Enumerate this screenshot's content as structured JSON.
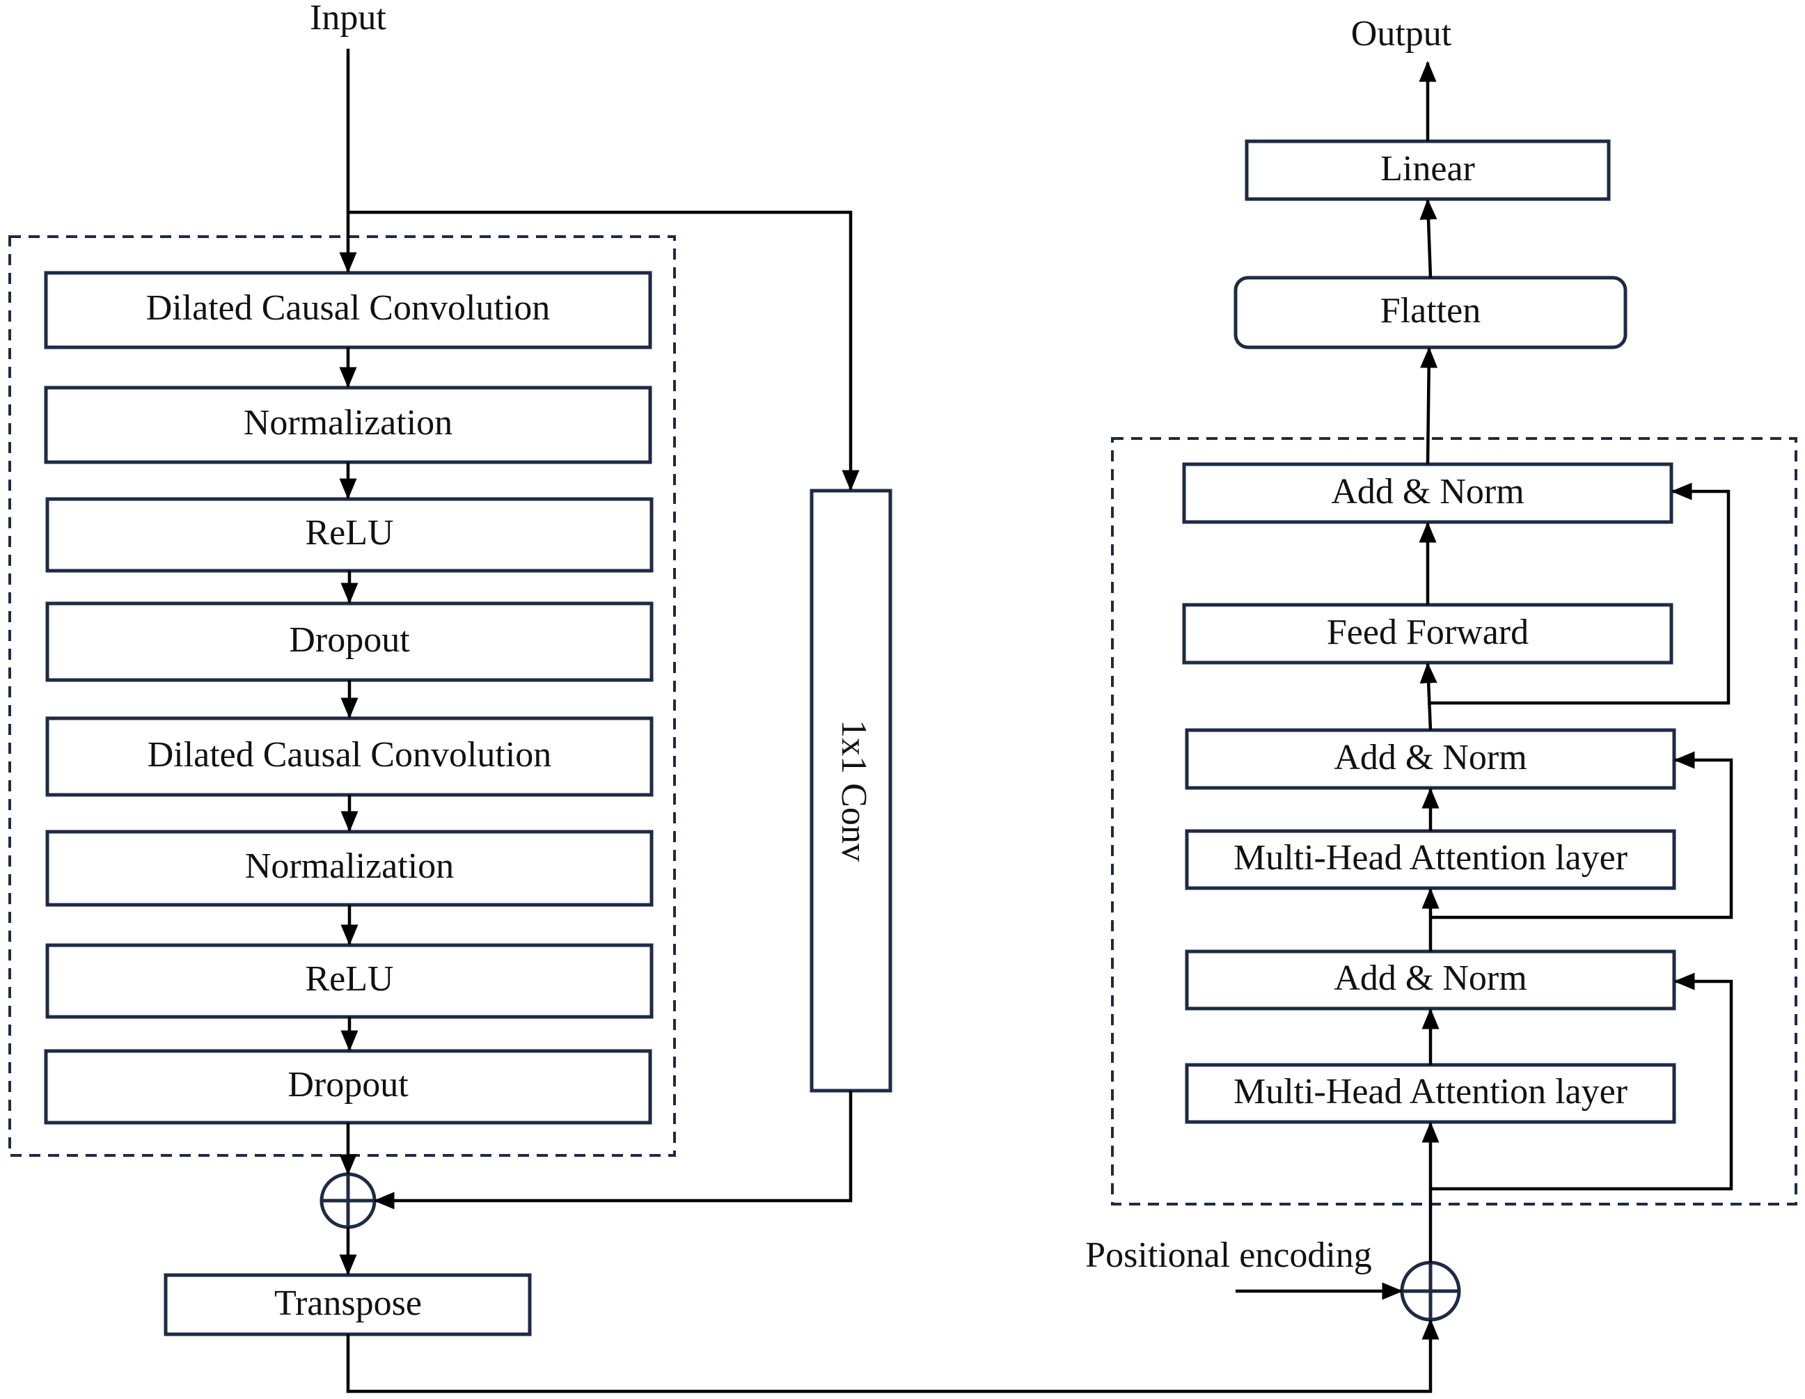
{
  "io": {
    "input": "Input",
    "output": "Output",
    "positional_encoding": "Positional  encoding"
  },
  "tcn_block": {
    "layers": [
      "Dilated Causal Convolution",
      "Normalization",
      "ReLU",
      "Dropout",
      "Dilated Causal Convolution",
      "Normalization",
      "ReLU",
      "Dropout"
    ],
    "residual_conv": "1x1 Conv",
    "transpose": "Transpose"
  },
  "transformer_block": {
    "linear": "Linear",
    "flatten": "Flatten",
    "add_norm_top": "Add & Norm",
    "feed_forward": "Feed Forward",
    "add_norm_mid": "Add & Norm",
    "attention_top": "Multi-Head Attention layer",
    "add_norm_bottom": "Add & Norm",
    "attention_bottom": "Multi-Head Attention layer"
  },
  "colors": {
    "box_stroke": "#1f2a44",
    "arrow": "#000000",
    "text": "#111111"
  }
}
